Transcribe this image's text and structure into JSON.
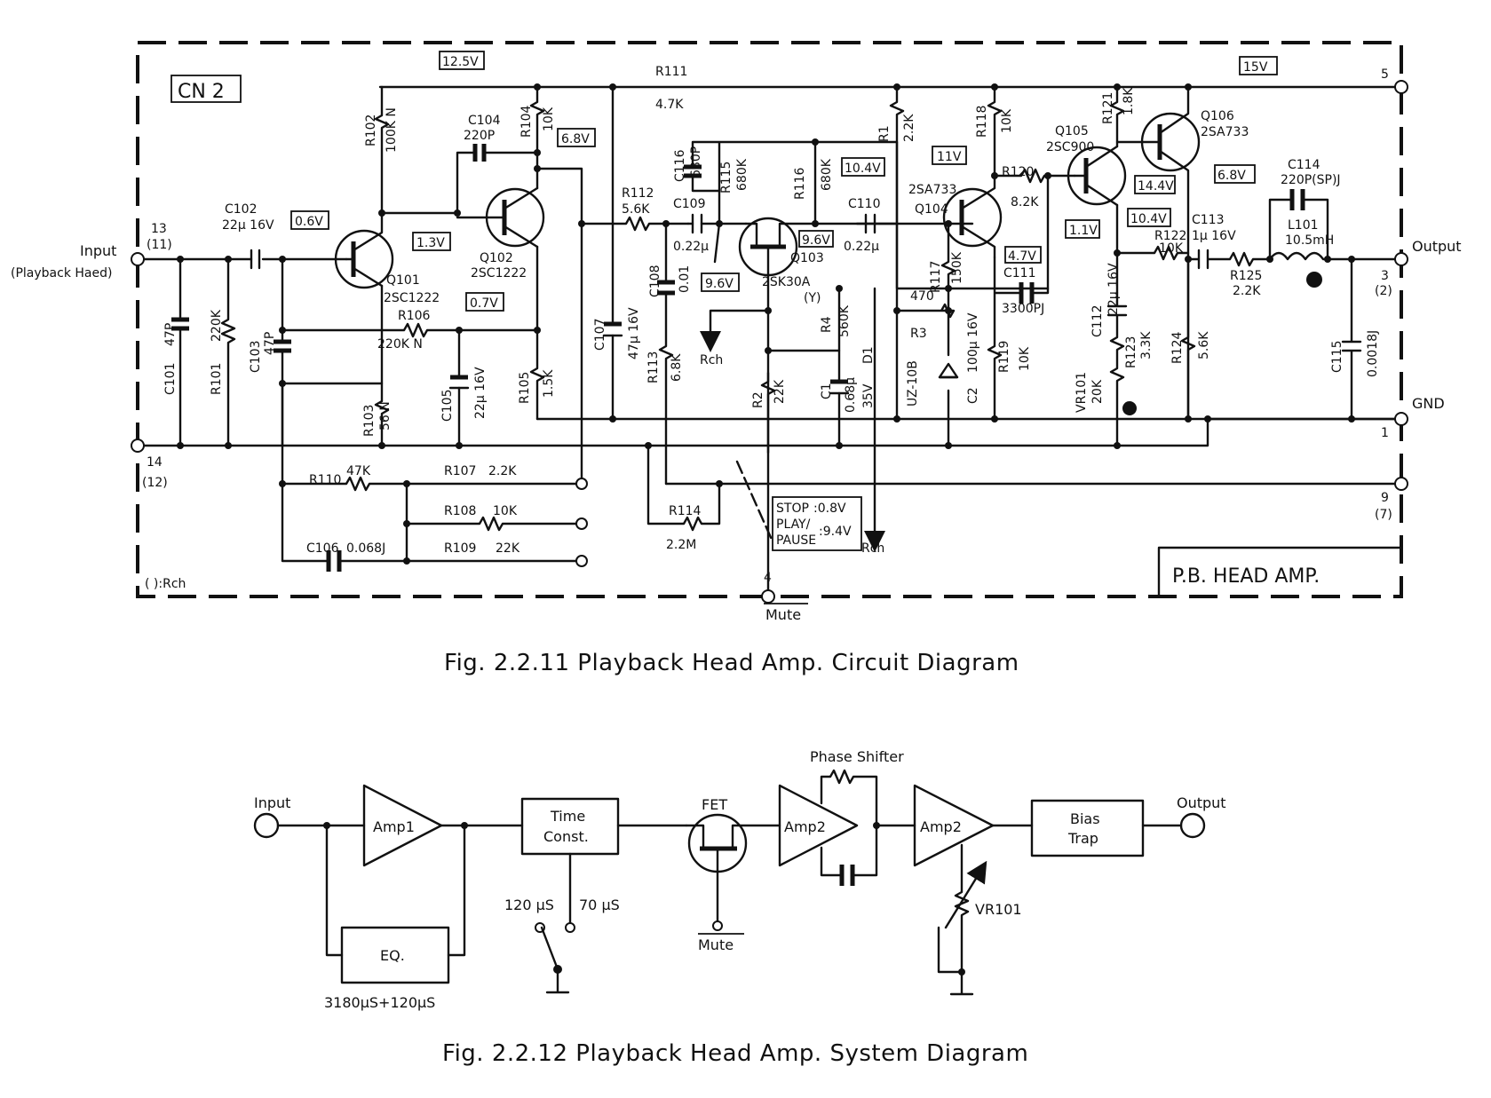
{
  "figure1": {
    "caption": "Fig.  2.2.11   Playback Head Amp. Circuit Diagram",
    "connector": "CN 2",
    "block_title": "P.B. HEAD AMP.",
    "rch_note": "( ):Rch",
    "terminals": {
      "input": {
        "label": "Input",
        "sublabel": "(Playback Haed)",
        "pin": "13",
        "pin_rch": "(11)"
      },
      "pin14": {
        "pin": "14",
        "pin_rch": "(12)"
      },
      "output": {
        "label": "Output",
        "pin": "3",
        "pin_rch": "(2)"
      },
      "supply": {
        "pin": "5"
      },
      "gnd": {
        "label": "GND",
        "pin": "1"
      },
      "pin9": {
        "pin": "9",
        "pin_rch": "(7)"
      },
      "mute": {
        "label": "Mute",
        "pin": "4"
      }
    },
    "voltages": {
      "v12_5": "12.5V",
      "v0_6": "0.6V",
      "v1_3": "1.3V",
      "v6_8a": "6.8V",
      "v0_7": "0.7V",
      "v9_6a": "9.6V",
      "v9_6b": "9.6V",
      "v10_4a": "10.4V",
      "v11": "11V",
      "v4_7": "4.7V",
      "v1_1": "1.1V",
      "v14_4": "14.4V",
      "v10_4b": "10.4V",
      "v6_8b": "6.8V",
      "v15": "15V"
    },
    "mute_note": {
      "line1": "STOP",
      "val1": ":0.8V",
      "line2": "PLAY/",
      "line3": "PAUSE",
      "val2": ":9.4V",
      "rch": "Rch",
      "rch2": "Rch"
    },
    "transistors": [
      {
        "ref": "Q101",
        "type": "2SC1222"
      },
      {
        "ref": "Q102",
        "type": "2SC1222"
      },
      {
        "ref": "Q103",
        "type": "2SK30A",
        "grade": "(Y)"
      },
      {
        "ref": "Q104",
        "type": "2SA733"
      },
      {
        "ref": "Q105",
        "type": "2SC900"
      },
      {
        "ref": "Q106",
        "type": "2SA733"
      }
    ],
    "resistors": {
      "R101": {
        "ref": "R101",
        "value": "220K"
      },
      "R102": {
        "ref": "R102",
        "value": "100K N"
      },
      "R103": {
        "ref": "R103",
        "value": "56 N"
      },
      "R104": {
        "ref": "R104",
        "value": "10K"
      },
      "R105": {
        "ref": "R105",
        "value": "1.5K"
      },
      "R106": {
        "ref": "R106",
        "value": "220K  N"
      },
      "R107": {
        "ref": "R107",
        "value": "2.2K"
      },
      "R108": {
        "ref": "R108",
        "value": "10K"
      },
      "R109": {
        "ref": "R109",
        "value": "22K"
      },
      "R110": {
        "ref": "R110",
        "value": "47K"
      },
      "R111": {
        "ref": "R111",
        "value": "4.7K"
      },
      "R112": {
        "ref": "R112",
        "value": "5.6K"
      },
      "R113": {
        "ref": "R113",
        "value": "6.8K"
      },
      "R114": {
        "ref": "R114",
        "value": "2.2M"
      },
      "R115": {
        "ref": "R115",
        "value": "680K"
      },
      "R116": {
        "ref": "R116",
        "value": "680K"
      },
      "R117": {
        "ref": "R117",
        "value": "150K"
      },
      "R118": {
        "ref": "R118",
        "value": "10K"
      },
      "R119": {
        "ref": "R119",
        "value": "10K"
      },
      "R120": {
        "ref": "R120",
        "value": "8.2K"
      },
      "R121": {
        "ref": "R121",
        "value": "1.8K"
      },
      "R122": {
        "ref": "R122",
        "value": "10K"
      },
      "R123": {
        "ref": "R123",
        "value": "3.3K"
      },
      "R124": {
        "ref": "R124",
        "value": "5.6K"
      },
      "R125": {
        "ref": "R125",
        "value": "2.2K"
      },
      "R1": {
        "ref": "R1",
        "value": "2.2K"
      },
      "R2": {
        "ref": "R2",
        "value": "22K"
      },
      "R3": {
        "ref": "R3",
        "value": "470"
      },
      "R4": {
        "ref": "R4",
        "value": "560K"
      },
      "VR101": {
        "ref": "VR101",
        "value": "20K"
      }
    },
    "capacitors": {
      "C101": {
        "ref": "C101",
        "value": "47P"
      },
      "C102": {
        "ref": "C102",
        "value": "22μ 16V"
      },
      "C103": {
        "ref": "C103",
        "value": "47P"
      },
      "C104": {
        "ref": "C104",
        "value": "220P"
      },
      "C105": {
        "ref": "C105",
        "value": "22μ 16V"
      },
      "C106": {
        "ref": "C106",
        "value": "0.068J"
      },
      "C107": {
        "ref": "C107",
        "value": "47μ 16V"
      },
      "C108": {
        "ref": "C108",
        "value": "0.01"
      },
      "C109": {
        "ref": "C109",
        "value": "0.22μ"
      },
      "C110": {
        "ref": "C110",
        "value": "0.22μ"
      },
      "C111": {
        "ref": "C111",
        "value": "3300PJ"
      },
      "C112": {
        "ref": "C112",
        "value": "22μ 16V"
      },
      "C113": {
        "ref": "C113",
        "value": "1μ 16V"
      },
      "C114": {
        "ref": "C114",
        "value": "220P(SP)J"
      },
      "C115": {
        "ref": "C115",
        "value": "0.0018J"
      },
      "C116": {
        "ref": "C116",
        "value": "680P"
      },
      "C1": {
        "ref": "C1",
        "value": "0.68μ"
      },
      "C2": {
        "ref": "C2",
        "value": "100μ 16V"
      }
    },
    "others": {
      "D1": {
        "ref": "D1",
        "rating": "35V",
        "type": "UZ-10B"
      },
      "L101": {
        "ref": "L101",
        "value": "10.5mH"
      }
    }
  },
  "figure2": {
    "caption": "Fig.  2.2.12   Playback Head Amp. System Diagram",
    "input": "Input",
    "output": "Output",
    "amp1": "Amp1",
    "eq": "EQ.",
    "eq_note": "3180μS+120μS",
    "time_const_1": "Time",
    "time_const_2": "Const.",
    "sw_120": "120 μS",
    "sw_70": "70 μS",
    "fet": "FET",
    "mute": "Mute",
    "phase_shifter": "Phase Shifter",
    "amp2a": "Amp2",
    "amp2b": "Amp2",
    "vr101": "VR101",
    "bias_trap_1": "Bias",
    "bias_trap_2": "Trap"
  }
}
